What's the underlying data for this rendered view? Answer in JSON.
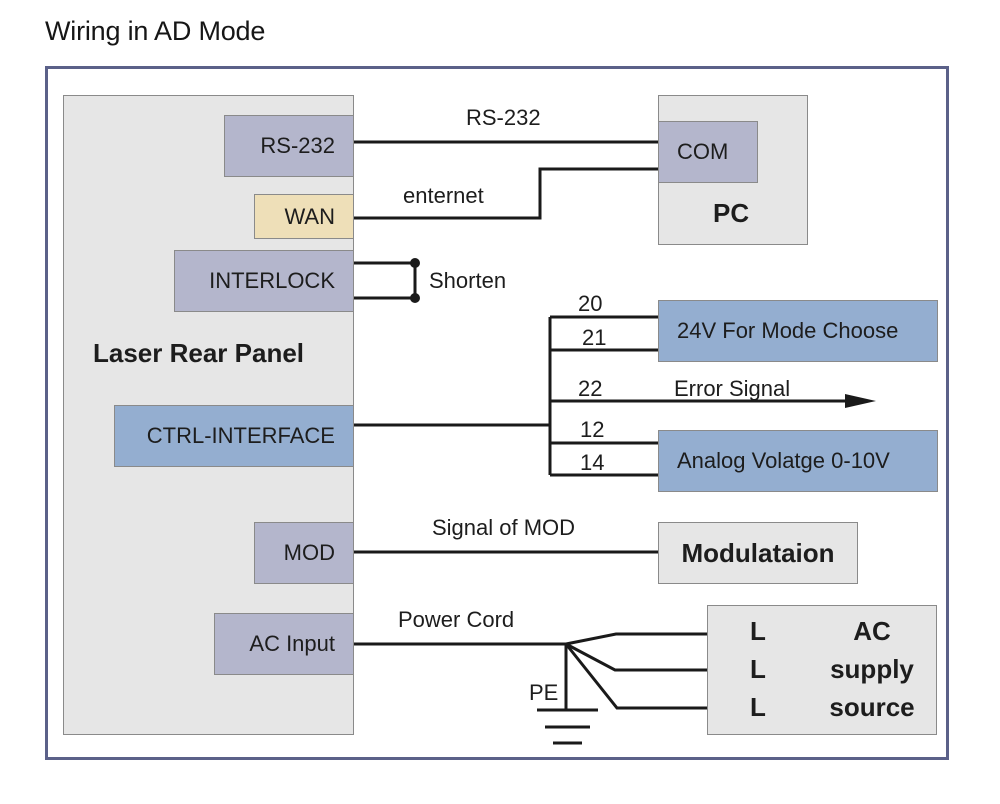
{
  "title": "Wiring in AD Mode",
  "laser_panel": {
    "label": "Laser Rear Panel",
    "ports": {
      "rs232": "RS-232",
      "wan": "WAN",
      "interlock": "INTERLOCK",
      "ctrl_interface": "CTRL-INTERFACE",
      "mod": "MOD",
      "ac_input": "AC Input"
    }
  },
  "pc": {
    "label": "PC",
    "port": "COM"
  },
  "connections": {
    "rs232_label": "RS-232",
    "ethernet_label": "enternet",
    "interlock_label": "Shorten",
    "mod_label": "Signal of MOD",
    "power_label": "Power Cord",
    "pe_label": "PE"
  },
  "ctrl_pins": {
    "pin20": "20",
    "pin21": "21",
    "pin22": "22",
    "pin12": "12",
    "pin14": "14",
    "mode_choose": "24V For Mode Choose",
    "error_signal": "Error Signal",
    "analog_voltage": "Analog Volatge 0-10V"
  },
  "modulation": {
    "label": "Modulataion"
  },
  "ac_supply": {
    "rows": [
      {
        "line": "L",
        "word": "AC"
      },
      {
        "line": "L",
        "word": "supply"
      },
      {
        "line": "L",
        "word": "source"
      }
    ]
  },
  "colors": {
    "frame": "#5b6189",
    "port_gray_blue": "#b4b6cc",
    "port_blue": "#94aed0",
    "wan_yellow": "#eedfb8",
    "panel_gray": "#e6e6e6"
  }
}
